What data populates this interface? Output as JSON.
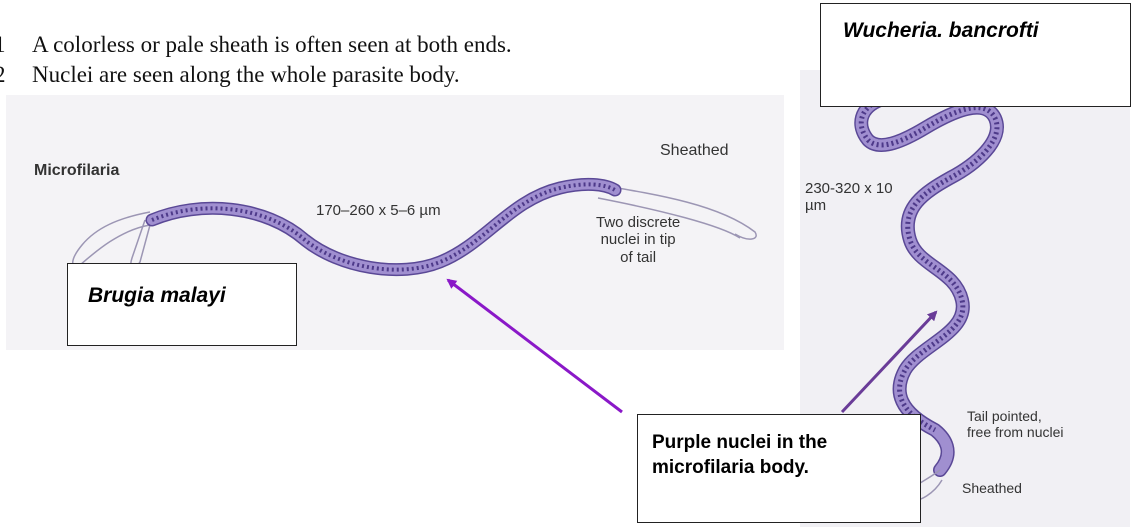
{
  "list": [
    {
      "num": "1",
      "text": "A colorless or pale sheath is often seen at both ends."
    },
    {
      "num": "2",
      "text": "Nuclei are seen along the whole parasite body."
    }
  ],
  "left_figure": {
    "title": "Microfilaria",
    "size": "170–260 x 5–6 µm",
    "sheath_label": "Sheathed",
    "tail_note": "Two discrete\nnuclei in tip\nof tail",
    "species": "Brugia malayi"
  },
  "right_figure": {
    "species": "Wucheria. bancrofti",
    "size": "230-320 x 10\nµm",
    "tail_note": "Tail pointed,\nfree from nuclei",
    "sheath_label": "Sheathed"
  },
  "callout": "Purple nuclei in the\nmicrofilaria body.",
  "colors": {
    "worm_fill": "#a08fd0",
    "nuclei": "#4e3a8a",
    "arrow": "#8a18c8"
  }
}
